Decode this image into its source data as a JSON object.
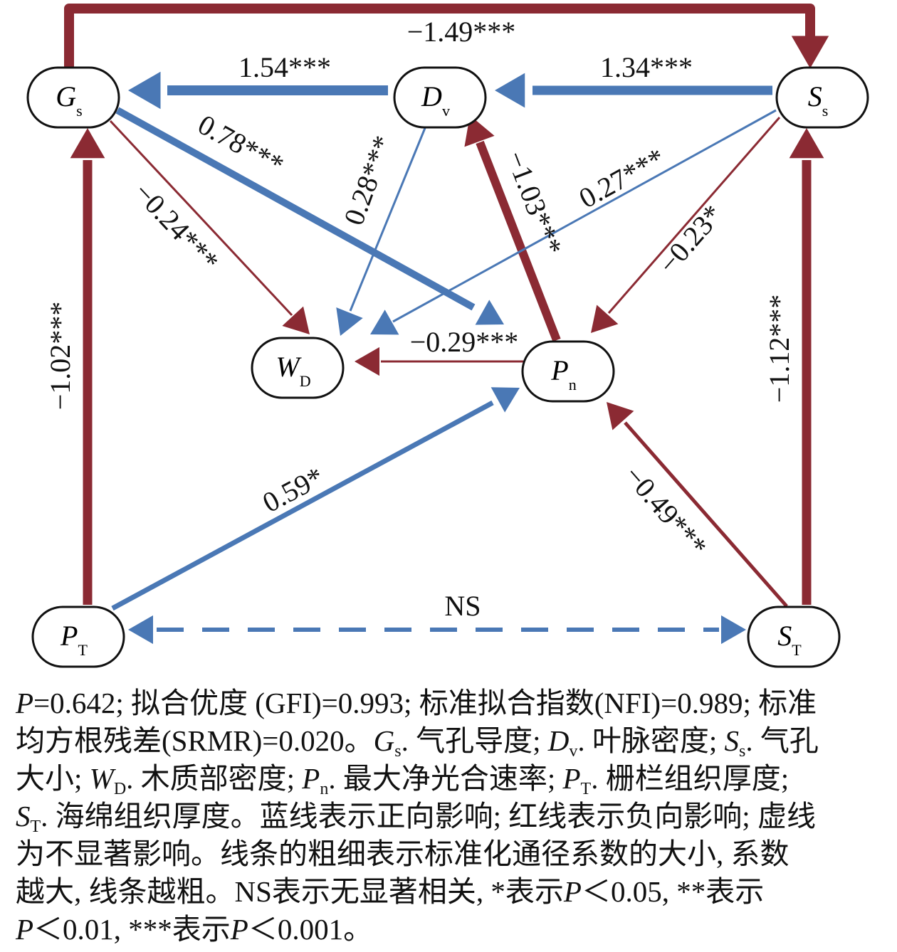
{
  "colors": {
    "positive": "#4A78B5",
    "negative": "#8B2A33"
  },
  "nodes": {
    "Gs": {
      "main": "G",
      "sub": "s"
    },
    "Dv": {
      "main": "D",
      "sub": "v"
    },
    "Ss": {
      "main": "S",
      "sub": "s"
    },
    "WD": {
      "main": "W",
      "sub": "D"
    },
    "Pn": {
      "main": "P",
      "sub": "n"
    },
    "PT": {
      "main": "P",
      "sub": "T"
    },
    "ST": {
      "main": "S",
      "sub": "T"
    }
  },
  "edges": [
    {
      "from": "Gs",
      "to": "Ss",
      "label": "−1.49***",
      "sign": "negative",
      "coef": 1.49
    },
    {
      "from": "Dv",
      "to": "Gs",
      "label": "1.54***",
      "sign": "positive",
      "coef": 1.54
    },
    {
      "from": "Ss",
      "to": "Dv",
      "label": "1.34***",
      "sign": "positive",
      "coef": 1.34
    },
    {
      "from": "Gs",
      "to": "Pn",
      "label": "0.78***",
      "sign": "positive",
      "coef": 0.78
    },
    {
      "from": "Gs",
      "to": "WD",
      "label": "−0.24***",
      "sign": "negative",
      "coef": 0.24
    },
    {
      "from": "Dv",
      "to": "WD",
      "label": "0.28***",
      "sign": "positive",
      "coef": 0.28
    },
    {
      "from": "Pn",
      "to": "Dv",
      "label": "−1.03***",
      "sign": "negative",
      "coef": 1.03
    },
    {
      "from": "Ss",
      "to": "WD",
      "label": "0.27***",
      "sign": "positive",
      "coef": 0.27
    },
    {
      "from": "Ss",
      "to": "Pn",
      "label": "−0.23*",
      "sign": "negative",
      "coef": 0.23
    },
    {
      "from": "Pn",
      "to": "WD",
      "label": "−0.29***",
      "sign": "negative",
      "coef": 0.29
    },
    {
      "from": "PT",
      "to": "Gs",
      "label": "−1.02***",
      "sign": "negative",
      "coef": 1.02
    },
    {
      "from": "ST",
      "to": "Ss",
      "label": "−1.12***",
      "sign": "negative",
      "coef": 1.12
    },
    {
      "from": "PT",
      "to": "Pn",
      "label": "0.59*",
      "sign": "positive",
      "coef": 0.59
    },
    {
      "from": "ST",
      "to": "Pn",
      "label": "−0.49***",
      "sign": "negative",
      "coef": 0.49
    },
    {
      "from": "PT",
      "to": "ST",
      "label": "NS",
      "sign": "positive",
      "coef": 0,
      "dashed": true,
      "bidirectional": true
    }
  ],
  "caption": [
    [
      {
        "t": "P",
        "i": true
      },
      {
        "t": "=0.642; 拟合优度 (GFI)=0.993; 标准拟合指数(NFI)=0.989; 标准"
      }
    ],
    [
      {
        "t": "均方根残差(SRMR)=0.020。"
      },
      {
        "t": "G",
        "i": true
      },
      {
        "t": "s",
        "sub": true
      },
      {
        "t": ". 气孔导度; "
      },
      {
        "t": "D",
        "i": true
      },
      {
        "t": "v",
        "sub": true
      },
      {
        "t": ". 叶脉密度; "
      },
      {
        "t": "S",
        "i": true
      },
      {
        "t": "s",
        "sub": true
      },
      {
        "t": ". 气孔"
      }
    ],
    [
      {
        "t": "大小; "
      },
      {
        "t": "W",
        "i": true
      },
      {
        "t": "D",
        "sub": true
      },
      {
        "t": ". 木质部密度; "
      },
      {
        "t": "P",
        "i": true
      },
      {
        "t": "n",
        "sub": true
      },
      {
        "t": ". 最大净光合速率; "
      },
      {
        "t": "P",
        "i": true
      },
      {
        "t": "T",
        "sub": true
      },
      {
        "t": ". 栅栏组织厚度;"
      }
    ],
    [
      {
        "t": "S",
        "i": true
      },
      {
        "t": "T",
        "sub": true
      },
      {
        "t": ". 海绵组织厚度。蓝线表示正向影响; 红线表示负向影响; 虚线"
      }
    ],
    [
      {
        "t": "为不显著影响。线条的粗细表示标准化通径系数的大小, 系数"
      }
    ],
    [
      {
        "t": "越大, 线条越粗。NS表示无显著相关, *表示"
      },
      {
        "t": "P",
        "i": true
      },
      {
        "t": "＜0.05, **表示"
      }
    ],
    [
      {
        "t": "P",
        "i": true
      },
      {
        "t": "＜0.01, ***表示"
      },
      {
        "t": "P",
        "i": true
      },
      {
        "t": "＜0.001。"
      }
    ]
  ]
}
